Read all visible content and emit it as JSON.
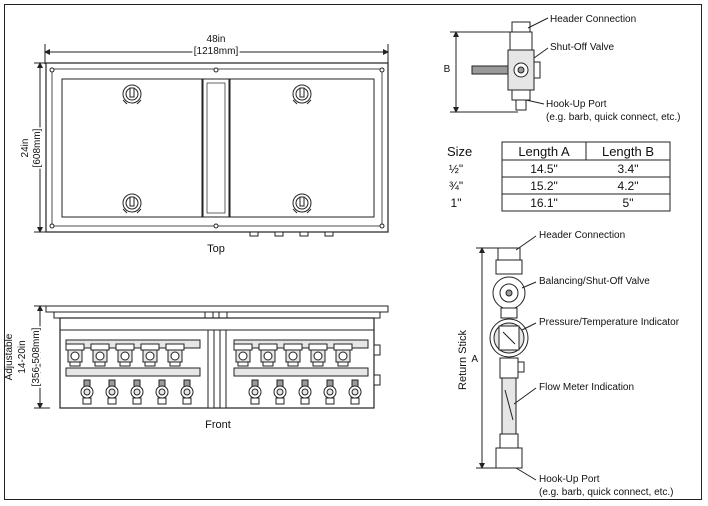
{
  "top_view": {
    "width_dim": "48in",
    "width_dim_mm": "[1218mm]",
    "height_dim": "24in",
    "height_dim_mm": "[608mm]",
    "caption": "Top"
  },
  "front_view": {
    "adjustable_label": "Adjustable",
    "adjustable_range": "14-20in",
    "adjustable_range_mm": "[356-508mm]",
    "caption": "Front"
  },
  "side_detail": {
    "dim_label": "B",
    "header_connection": "Header Connection",
    "shutoff_valve": "Shut-Off Valve",
    "hookup_port": "Hook-Up Port",
    "hookup_port_note": "(e.g. barb, quick connect, etc.)"
  },
  "size_table": {
    "headers": [
      "Size",
      "Length A",
      "Length B"
    ],
    "rows": [
      [
        "½\"",
        "14.5\"",
        "3.4\""
      ],
      [
        "¾\"",
        "15.2\"",
        "4.2\""
      ],
      [
        "1\"",
        "16.1\"",
        "5\""
      ]
    ]
  },
  "return_stick": {
    "title": "Return Stick",
    "dim_label": "A",
    "header_connection": "Header Connection",
    "balancing_valve": "Balancing/Shut-Off Valve",
    "pt_indicator": "Pressure/Temperature Indicator",
    "flow_meter": "Flow Meter Indication",
    "hookup_port": "Hook-Up Port",
    "hookup_port_note": "(e.g. barb, quick connect, etc.)"
  }
}
